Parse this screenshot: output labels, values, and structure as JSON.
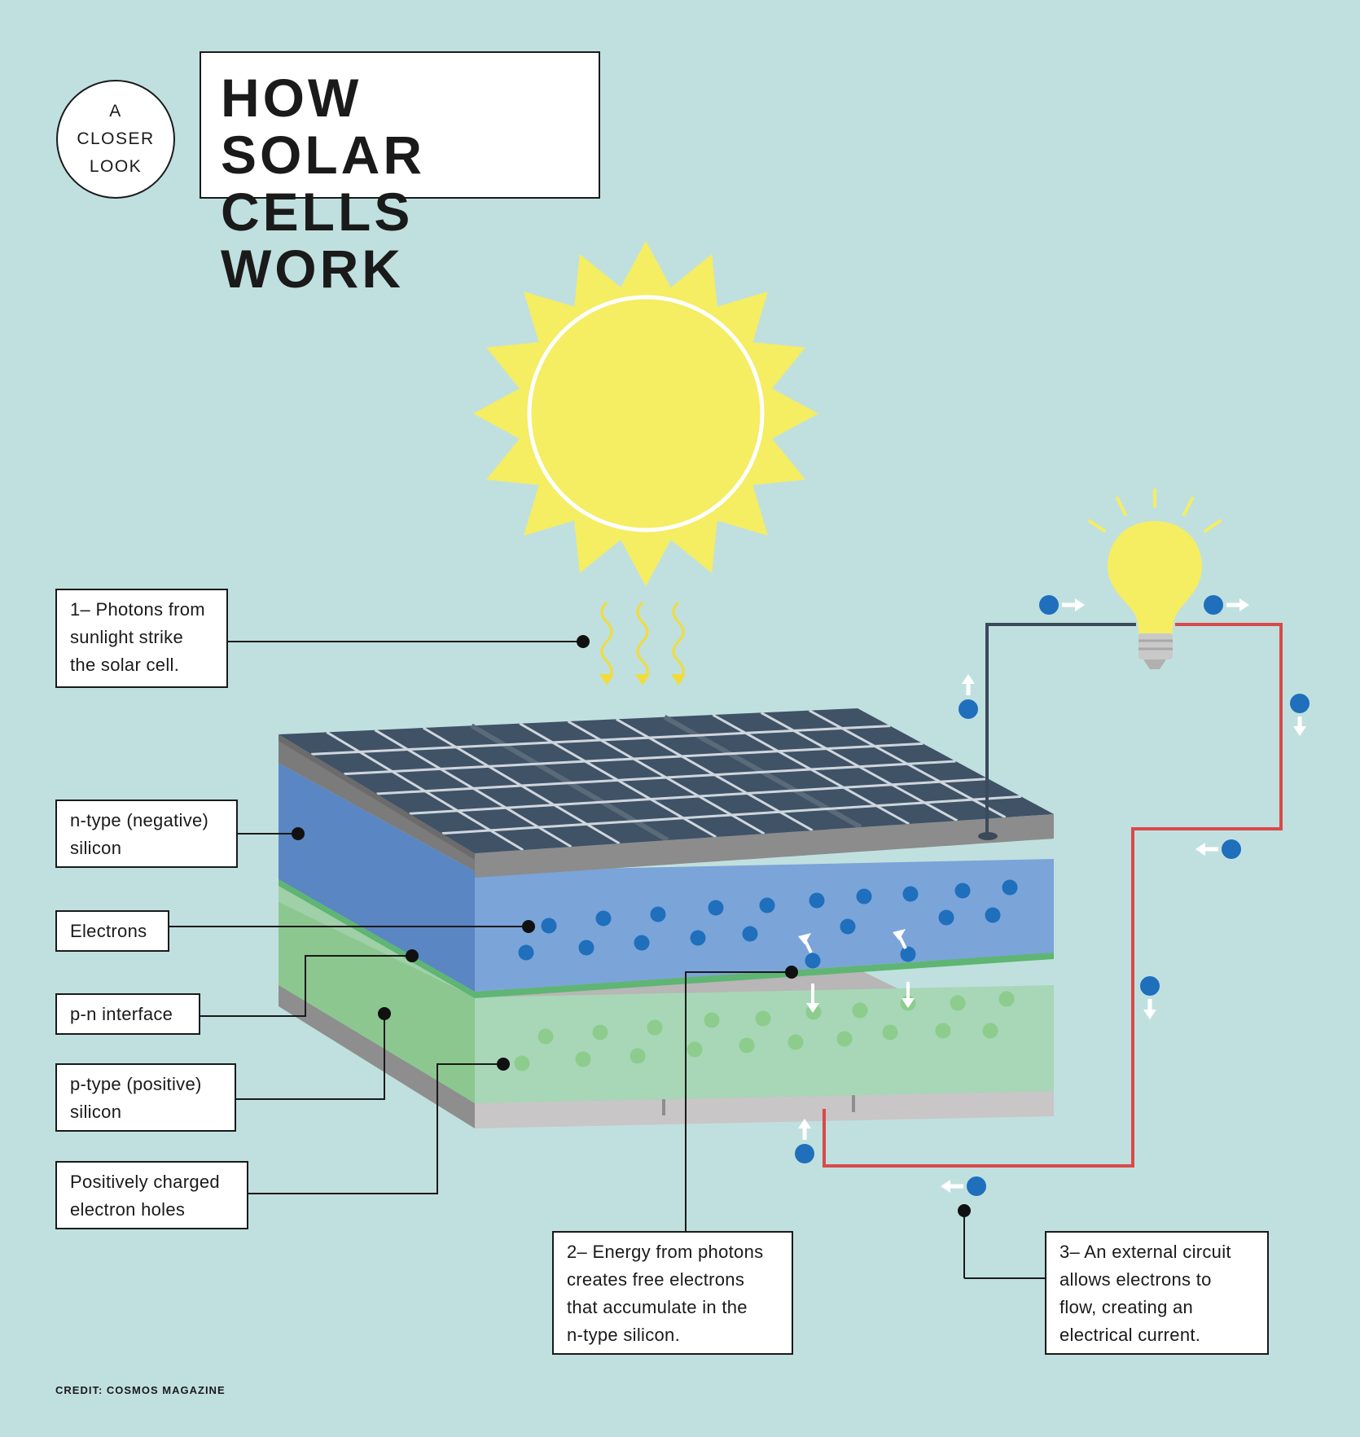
{
  "title": {
    "lines": [
      "HOW SOLAR",
      "CELLS WORK"
    ]
  },
  "badge": {
    "lines": [
      "A",
      "CLOSER",
      "LOOK"
    ]
  },
  "labels": {
    "photons": "1– Photons from\nsunlight strike\nthe solar cell.",
    "n_type": "n-type (negative)\nsilicon",
    "electrons": "Electrons",
    "pn_interface": "p-n interface",
    "p_type": "p-type (positive)\nsilicon",
    "holes": "Positively charged\nelectron holes",
    "energy": "2– Energy from photons\ncreates free electrons\nthat accumulate in the\nn-type silicon.",
    "circuit": "3– An external circuit\nallows electrons to\nflow, creating an\nelectrical current."
  },
  "credit": "CREDIT: COSMOS MAGAZINE",
  "colors": {
    "background": "#c0e0df",
    "sun": "#f5ed62",
    "panel_top": "#3f5266",
    "n_type": "#7ba4d9",
    "n_type_side": "#5a86c3",
    "p_type": "#a7d7b7",
    "p_type_side": "#8cc790",
    "electron": "#1f6fbc",
    "hole": "#8dcc8c",
    "circuit_wire": "#d94a4a",
    "neg_wire": "#3a4a5a",
    "bulb": "#f5ed62"
  }
}
